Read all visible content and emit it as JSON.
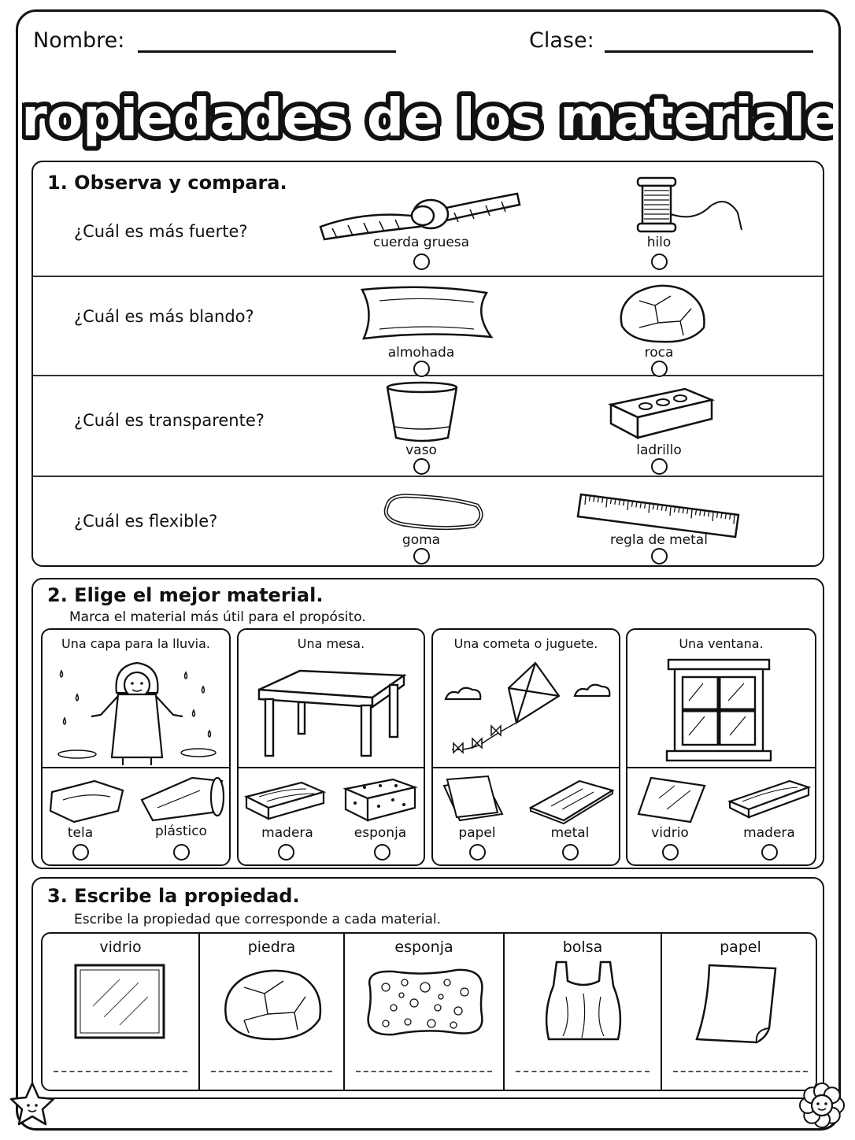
{
  "header": {
    "name_label": "Nombre:",
    "class_label": "Clase:"
  },
  "title": "Propiedades de los materiales",
  "section1": {
    "heading": "1. Observa y compara.",
    "rows": [
      {
        "question": "¿Cuál es más fuerte?",
        "left": "cuerda gruesa",
        "right": "hilo"
      },
      {
        "question": "¿Cuál es más blando?",
        "left": "almohada",
        "right": "roca"
      },
      {
        "question": "¿Cuál es transparente?",
        "left": "vaso",
        "right": "ladrillo"
      },
      {
        "question": "¿Cuál es flexible?",
        "left": "goma",
        "right": "regla de metal"
      }
    ]
  },
  "section2": {
    "heading": "2. Elige el mejor material.",
    "subtitle": "Marca el material más útil para el propósito.",
    "cards": [
      {
        "purpose": "Una capa para la lluvia.",
        "opt1": "tela",
        "opt2": "plástico"
      },
      {
        "purpose": "Una mesa.",
        "opt1": "madera",
        "opt2": "esponja"
      },
      {
        "purpose": "Una cometa o juguete.",
        "opt1": "papel",
        "opt2": "metal"
      },
      {
        "purpose": "Una ventana.",
        "opt1": "vidrio",
        "opt2": "madera"
      }
    ]
  },
  "section3": {
    "heading": "3. Escribe la propiedad.",
    "subtitle": "Escribe la propiedad que corresponde a cada material.",
    "items": [
      "vidrio",
      "piedra",
      "esponja",
      "bolsa",
      "papel"
    ]
  }
}
